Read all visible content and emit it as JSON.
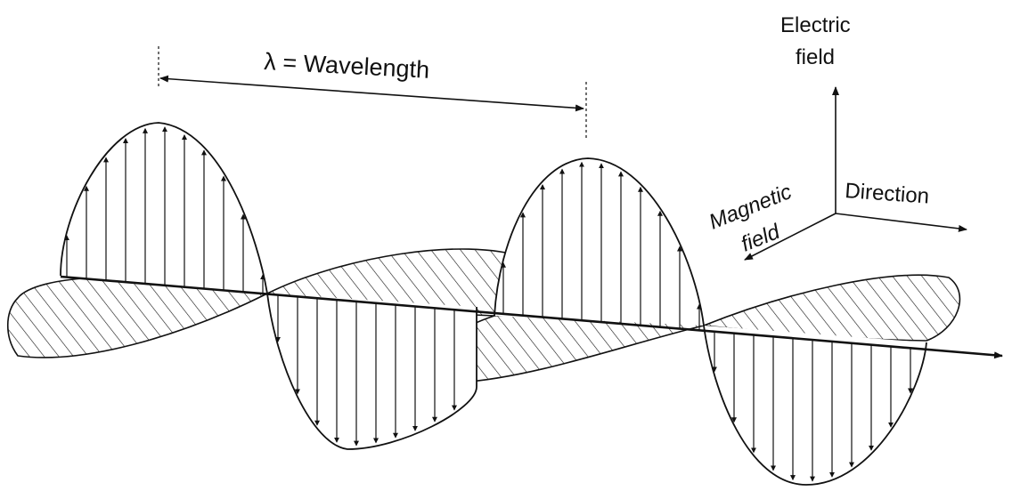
{
  "labels": {
    "wavelength": "λ = Wavelength",
    "electric_line1": "Electric",
    "electric_line2": "field",
    "magnetic_line1": "Magnetic",
    "magnetic_line2": "field",
    "direction": "Direction"
  },
  "colors": {
    "ink": "#111111",
    "background": "#ffffff"
  }
}
